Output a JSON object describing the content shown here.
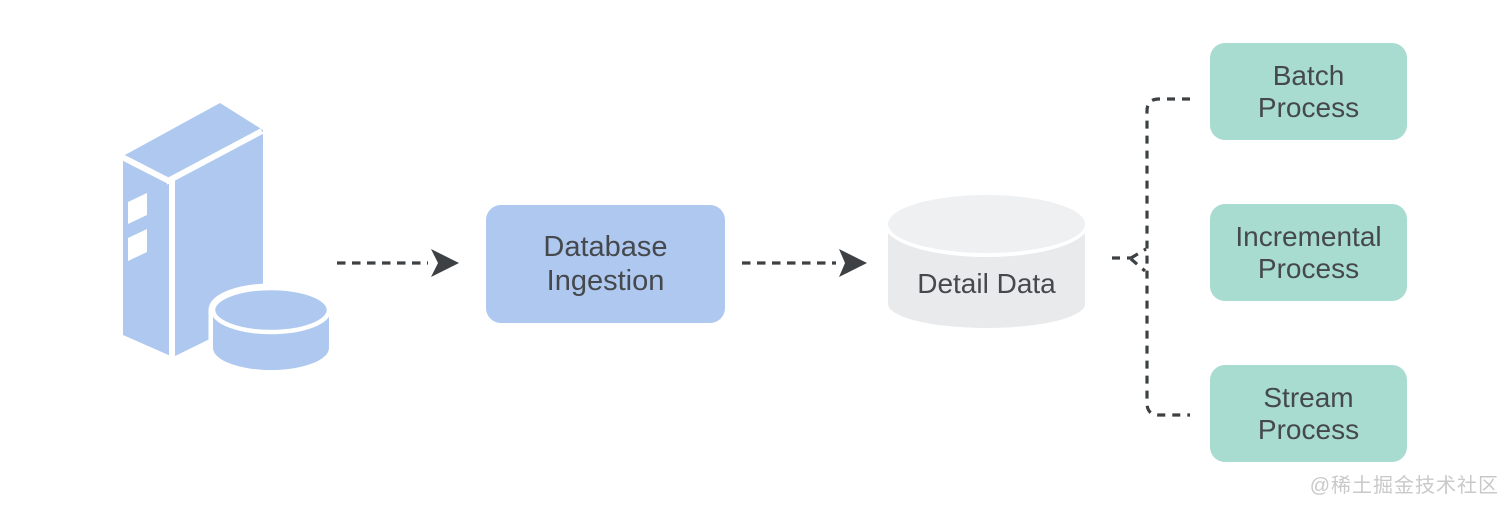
{
  "nodes": {
    "source": {
      "icon": "database-server-icon",
      "color": "#aec8f0"
    },
    "ingestion": {
      "line1": "Database",
      "line2": "Ingestion",
      "color": "#aec8f0"
    },
    "detail_data": {
      "label": "Detail Data",
      "shape": "cylinder",
      "color": "#e9eaeb"
    },
    "batch": {
      "line1": "Batch",
      "line2": "Process",
      "color": "#a8dcd0"
    },
    "incremental": {
      "line1": "Incremental",
      "line2": "Process",
      "color": "#a8dcd0"
    },
    "stream": {
      "line1": "Stream",
      "line2": "Process",
      "color": "#a8dcd0"
    }
  },
  "connections": [
    {
      "from": "source",
      "to": "ingestion",
      "style": "dashed-arrow"
    },
    {
      "from": "ingestion",
      "to": "detail_data",
      "style": "dashed-arrow"
    },
    {
      "from": "detail_data",
      "to": "batch",
      "style": "dashed-line"
    },
    {
      "from": "detail_data",
      "to": "incremental",
      "style": "dashed-line"
    },
    {
      "from": "detail_data",
      "to": "stream",
      "style": "dashed-line"
    }
  ],
  "colors": {
    "node_blue": "#aec8f0",
    "node_green": "#a8dcd0",
    "cylinder_body": "#e9eaeb",
    "cylinder_top": "#eef0f2",
    "text": "#45484d",
    "connector": "#3d4144",
    "watermark": "#c9c9c9",
    "background": "#ffffff"
  },
  "watermark": {
    "text": "@稀土掘金技术社区"
  }
}
